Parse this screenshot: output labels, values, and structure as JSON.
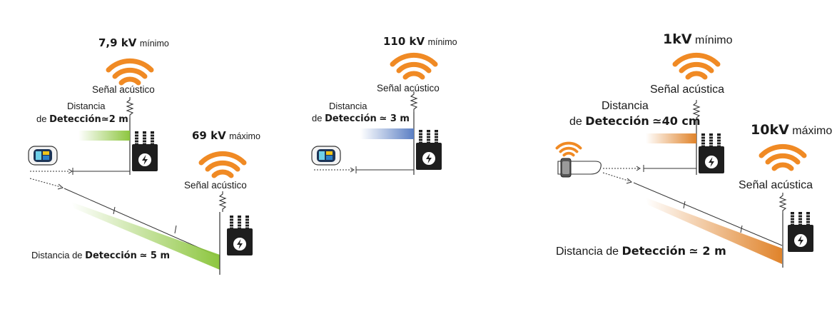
{
  "panels": [
    {
      "voltage_min_value": "7,9 kV",
      "voltage_min_suffix": "mínimo",
      "signal_top": "Señal acústico",
      "near_distance_line1": "Distancia",
      "near_distance_prefix": "de",
      "near_distance_word": "Detección",
      "near_distance_value": "≃2 m",
      "voltage_max_value": "69 kV",
      "voltage_max_suffix": "máximo",
      "signal_bottom": "Señal acústico",
      "far_distance_prefix": "Distancia de",
      "far_distance_word": "Detección",
      "far_distance_value": "≃ 5 m",
      "accent": "#8dc63f"
    },
    {
      "voltage_min_value": "110 kV",
      "voltage_min_suffix": "mínimo",
      "signal_top": "Señal acústico",
      "near_distance_line1": "Distancia",
      "near_distance_prefix": "de",
      "near_distance_word": "Detección",
      "near_distance_value": "≃ 3 m",
      "accent": "#5b7fc4"
    },
    {
      "voltage_min_value": "1kV",
      "voltage_min_suffix": "mínimo",
      "signal_top": "Señal acústica",
      "near_distance_line1": "Distancia",
      "near_distance_prefix": "de",
      "near_distance_word": "Detección",
      "near_distance_value": "≃40 cm",
      "voltage_max_value": "10kV",
      "voltage_max_suffix": "máximo",
      "signal_bottom": "Señal acústica",
      "far_distance_prefix": "Distancia de",
      "far_distance_word": "Detección",
      "far_distance_value": "≃ 2 m",
      "accent": "#e0832a"
    }
  ],
  "colors": {
    "waves": "#f08a24",
    "line": "#333333",
    "transformer": "#1e1e1e"
  },
  "icons": [
    "wifi-wave-icon",
    "transformer-icon",
    "lightning-bolt-icon",
    "detector-device-icon",
    "smartwatch-icon",
    "spring-icon"
  ]
}
